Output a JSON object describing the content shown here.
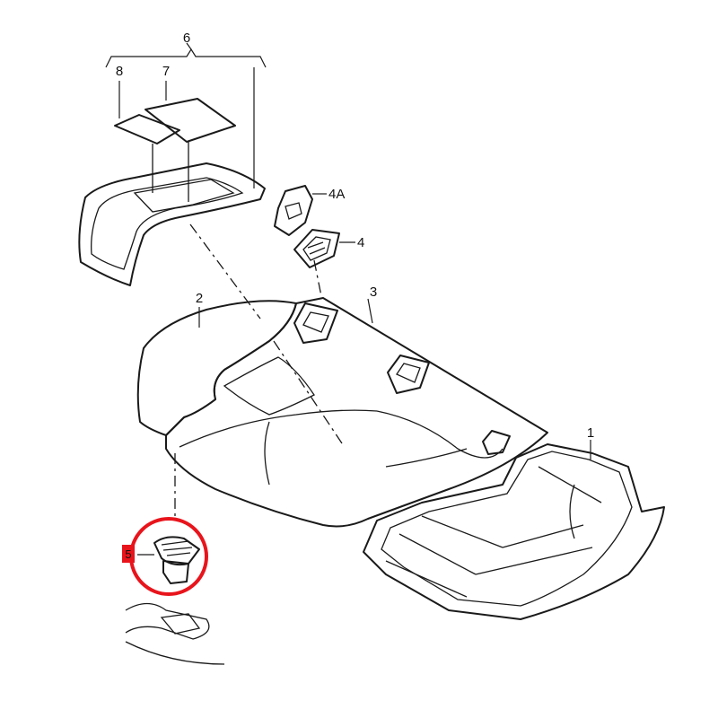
{
  "labels": {
    "p1": "1",
    "p2": "2",
    "p3": "3",
    "p4": "4",
    "p4a": "4A",
    "p5": "5",
    "p6": "6",
    "p7": "7",
    "p8": "8"
  },
  "colors": {
    "line": "#1a1a1a",
    "highlight_circle": "#e8141c",
    "highlight_tag": "#e8141c",
    "cover_fill": "#d9d9d9"
  }
}
